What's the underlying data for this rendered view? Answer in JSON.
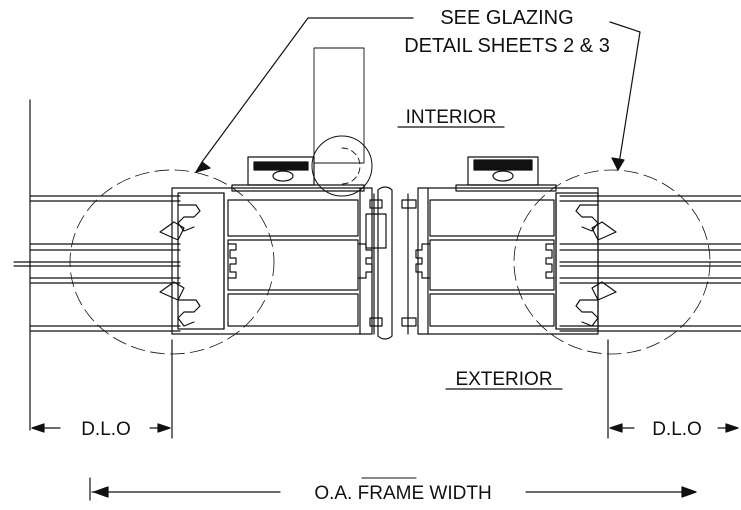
{
  "labels": {
    "note_line1": "SEE GLAZING",
    "note_line2": "DETAIL SHEETS 2 & 3",
    "interior": "INTERIOR",
    "exterior": "EXTERIOR",
    "dlo_left": "D.L.O",
    "dlo_right": "D.L.O",
    "width_pre": "O.A. FR",
    "width_mid": "AME",
    "width_post": " WIDTH"
  }
}
